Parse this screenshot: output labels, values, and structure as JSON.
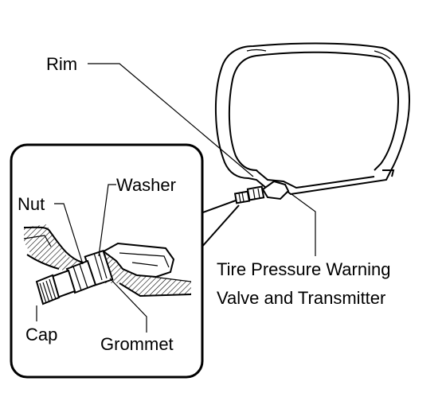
{
  "labels": {
    "rim": "Rim",
    "washer": "Washer",
    "nut": "Nut",
    "cap": "Cap",
    "grommet": "Grommet",
    "valve_line1": "Tire Pressure Warning",
    "valve_line2": "Valve and Transmitter"
  },
  "colors": {
    "line": "#000000",
    "background": "#ffffff"
  }
}
